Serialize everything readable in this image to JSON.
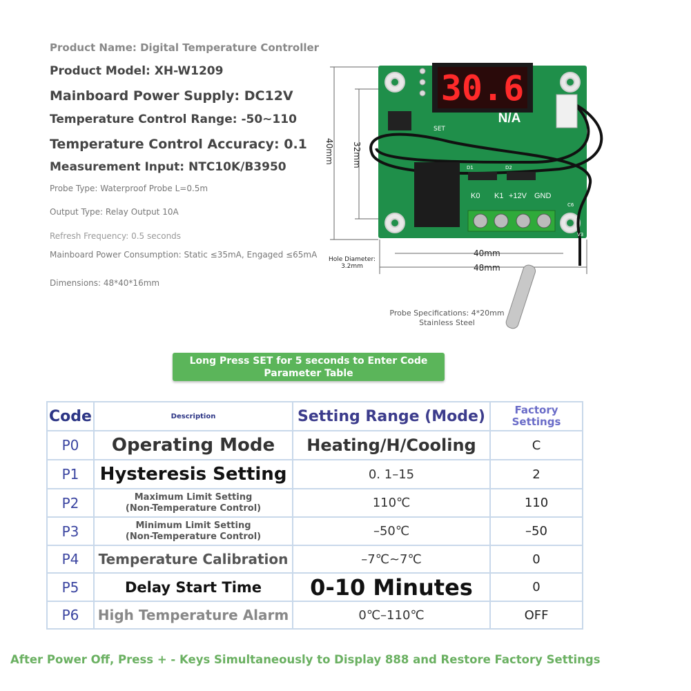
{
  "specs": {
    "product_name": "Product Name: Digital Temperature Controller",
    "product_model": "Product Model: XH-W1209",
    "power_supply": "Mainboard Power Supply: DC12V",
    "temp_range": "Temperature Control Range: -50~110",
    "temp_accuracy": "Temperature Control Accuracy: 0.1",
    "measurement_input": "Measurement Input: NTC10K/B3950",
    "probe_type": "Probe Type: Waterproof Probe L=0.5m",
    "output_type": "Output Type: Relay Output 10A",
    "refresh_frequency": "Refresh Frequency: 0.5 seconds",
    "power_consumption": "Mainboard Power Consumption: Static ≤35mA, Engaged ≤65mA",
    "dimensions": "Dimensions: 48*40*16mm"
  },
  "board": {
    "display": "30.6",
    "na_label": "N/A",
    "set_label": "SET",
    "terminal_labels": [
      "K0",
      "K1",
      "+12V",
      "GND"
    ],
    "d1": "D1",
    "d2": "D2",
    "c6": "C6",
    "v3": "V3",
    "dim_40_vertical": "40mm",
    "dim_32_vertical": "32mm",
    "dim_40_horizontal": "40mm",
    "dim_48_horizontal": "48mm",
    "hole_diameter": "Hole Diameter: 3.2mm",
    "probe_spec": "Probe Specifications: 4*20mm Stainless Steel"
  },
  "banner": "Long Press SET for 5 seconds to Enter Code Parameter Table",
  "table": {
    "headers": {
      "code": "Code",
      "description": "Description",
      "range": "Setting Range (Mode)",
      "factory": "Factory Settings"
    },
    "rows": [
      {
        "code": "P0",
        "description": "Operating Mode",
        "range": "Heating/H/Cooling",
        "factory": "C"
      },
      {
        "code": "P1",
        "description": "Hysteresis Setting",
        "range": "0. 1–15",
        "factory": "2"
      },
      {
        "code": "P2",
        "description": "Maximum Limit Setting (Non-Temperature Control)",
        "range": "110℃",
        "factory": "110"
      },
      {
        "code": "P3",
        "description": "Minimum Limit Setting (Non-Temperature Control)",
        "range": "–50℃",
        "factory": "–50"
      },
      {
        "code": "P4",
        "description": "Temperature Calibration",
        "range": "–7℃~7℃",
        "factory": "0"
      },
      {
        "code": "P5",
        "description": "Delay Start Time",
        "range": "0-10 Minutes",
        "factory": "0"
      },
      {
        "code": "P6",
        "description": "High Temperature Alarm",
        "range": "0℃–110℃",
        "factory": "OFF"
      }
    ]
  },
  "footer": "After Power Off, Press + - Keys Simultaneously to Display 888 and Restore Factory Settings"
}
